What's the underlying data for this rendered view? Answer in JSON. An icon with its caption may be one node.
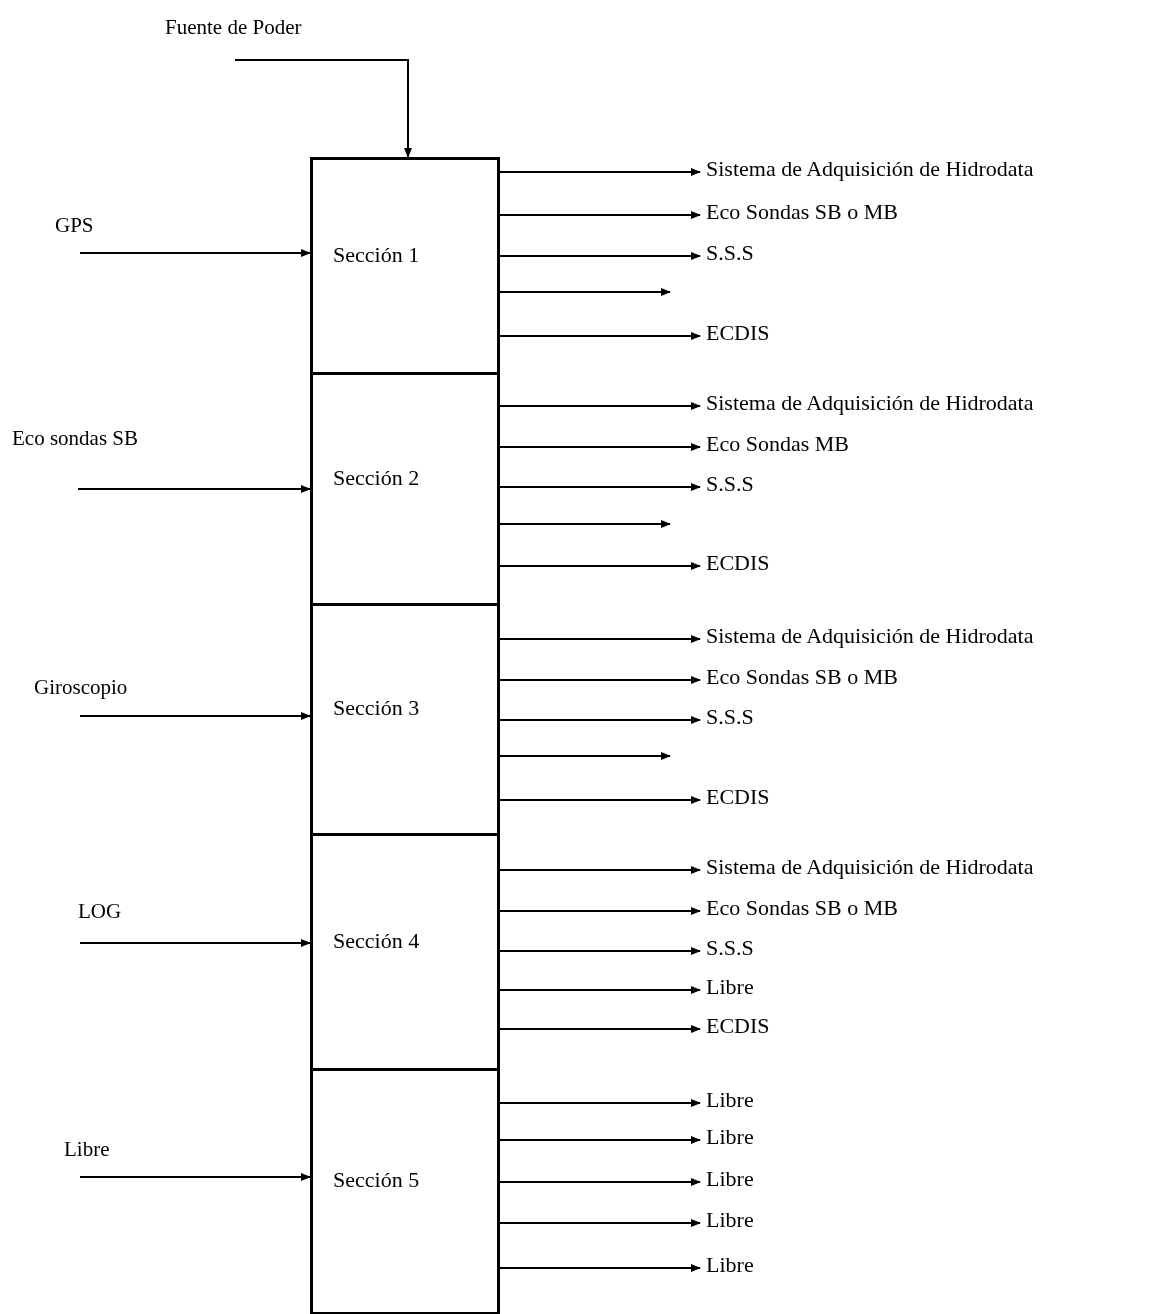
{
  "diagram": {
    "nodes": [
      {
        "text": [
          "Sección 1"
        ]
      },
      {
        "text": [
          "Sección 2"
        ]
      },
      {
        "text": [
          "Sección 3"
        ]
      },
      {
        "text": [
          "Sección 4"
        ]
      },
      {
        "text": [
          "Sección 5"
        ]
      },
      {
        "text": [
          "Sistema de Adquisición de Hidrodata"
        ]
      },
      {
        "text": [
          "Eco Sondas SB o MB"
        ]
      },
      {
        "text": [
          "S.S.S"
        ]
      },
      {
        "text": [
          "ECDIS"
        ]
      },
      {
        "text": [
          "Sistema de Adquisición de Hidrodata"
        ]
      },
      {
        "text": [
          "Eco Sondas MB"
        ]
      },
      {
        "text": [
          "S.S.S"
        ]
      },
      {
        "text": [
          "ECDIS"
        ]
      },
      {
        "text": [
          "Sistema de Adquisición de Hidrodata"
        ]
      },
      {
        "text": [
          "Eco Sondas SB o MB"
        ]
      },
      {
        "text": [
          "S.S.S"
        ]
      },
      {
        "text": [
          "ECDIS"
        ]
      },
      {
        "text": [
          "Sistema de Adquisición de Hidrodata"
        ]
      },
      {
        "text": [
          "Eco Sondas SB o MB"
        ]
      },
      {
        "text": [
          "S.S.S"
        ]
      },
      {
        "text": [
          "Libre"
        ]
      },
      {
        "text": [
          "ECDIS"
        ]
      },
      {
        "text": [
          "Libre"
        ]
      },
      {
        "text": [
          "Libre"
        ]
      },
      {
        "text": [
          "Libre"
        ]
      },
      {
        "text": [
          "Libre"
        ]
      },
      {
        "text": [
          "Libre"
        ]
      }
    ],
    "edges": [
      {
        "from": null,
        "to": 0,
        "arrow": "to",
        "label": "Fuente de Poder"
      },
      {
        "from": null,
        "to": 0,
        "arrow": "to",
        "label": "GPS"
      },
      {
        "from": null,
        "to": 1,
        "arrow": "to",
        "label": "Eco sondas SB"
      },
      {
        "from": null,
        "to": 2,
        "arrow": "to",
        "label": "Giroscopio"
      },
      {
        "from": null,
        "to": 3,
        "arrow": "to",
        "label": "LOG"
      },
      {
        "from": null,
        "to": 4,
        "arrow": "to",
        "label": "Libre"
      },
      {
        "from": 0,
        "to": 5,
        "arrow": "to"
      },
      {
        "from": 0,
        "to": 6,
        "arrow": "to"
      },
      {
        "from": 0,
        "to": 7,
        "arrow": "to"
      },
      {
        "from": 0,
        "to": null,
        "arrow": "to"
      },
      {
        "from": 0,
        "to": 8,
        "arrow": "to"
      },
      {
        "from": 1,
        "to": 9,
        "arrow": "to"
      },
      {
        "from": 1,
        "to": 10,
        "arrow": "to"
      },
      {
        "from": 1,
        "to": 11,
        "arrow": "to"
      },
      {
        "from": 1,
        "to": null,
        "arrow": "to"
      },
      {
        "from": 1,
        "to": 12,
        "arrow": "to"
      },
      {
        "from": 2,
        "to": 13,
        "arrow": "to"
      },
      {
        "from": 2,
        "to": 14,
        "arrow": "to"
      },
      {
        "from": 2,
        "to": 15,
        "arrow": "to"
      },
      {
        "from": 2,
        "to": null,
        "arrow": "to"
      },
      {
        "from": 2,
        "to": 16,
        "arrow": "to"
      },
      {
        "from": 3,
        "to": 17,
        "arrow": "to"
      },
      {
        "from": 3,
        "to": 18,
        "arrow": "to"
      },
      {
        "from": 3,
        "to": 19,
        "arrow": "to"
      },
      {
        "from": 3,
        "to": 20,
        "arrow": "to"
      },
      {
        "from": 3,
        "to": 21,
        "arrow": "to"
      },
      {
        "from": 4,
        "to": 22,
        "arrow": "to"
      },
      {
        "from": 4,
        "to": 23,
        "arrow": "to"
      },
      {
        "from": 4,
        "to": 24,
        "arrow": "to"
      },
      {
        "from": 4,
        "to": 25,
        "arrow": "to"
      },
      {
        "from": 4,
        "to": 26,
        "arrow": "to"
      }
    ]
  }
}
